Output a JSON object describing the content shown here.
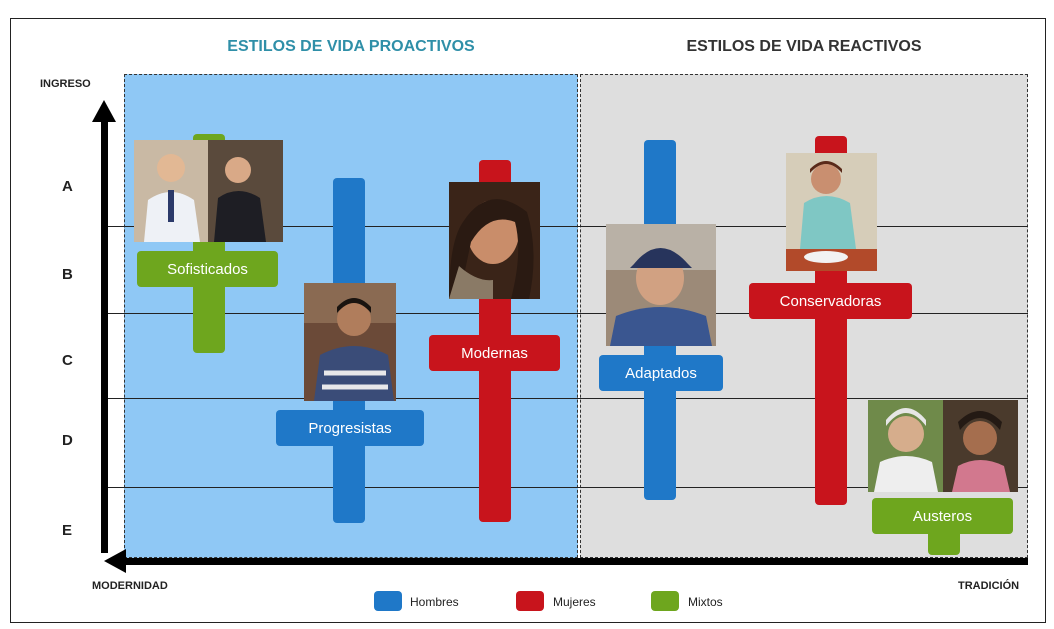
{
  "headers": {
    "proactive": "ESTILOS DE VIDA PROACTIVOS",
    "reactive": "ESTILOS DE VIDA REACTIVOS"
  },
  "axes": {
    "y_label": "INGRESO",
    "x_left_label": "MODERNIDAD",
    "x_right_label": "TRADICIÓN"
  },
  "levels": [
    "A",
    "B",
    "C",
    "D",
    "E"
  ],
  "lifestyles": [
    {
      "label": "Sofisticados",
      "group": "Mixtos",
      "color": "#6ea61e"
    },
    {
      "label": "Progresistas",
      "group": "Hombres",
      "color": "#1f78c8"
    },
    {
      "label": "Modernas",
      "group": "Mujeres",
      "color": "#c8141c"
    },
    {
      "label": "Adaptados",
      "group": "Hombres",
      "color": "#1f78c8"
    },
    {
      "label": "Conservadoras",
      "group": "Mujeres",
      "color": "#c8141c"
    },
    {
      "label": "Austeros",
      "group": "Mixtos",
      "color": "#6ea61e"
    }
  ],
  "legend": [
    {
      "label": "Hombres",
      "color": "#1f78c8"
    },
    {
      "label": "Mujeres",
      "color": "#c8141c"
    },
    {
      "label": "Mixtos",
      "color": "#6ea61e"
    }
  ]
}
